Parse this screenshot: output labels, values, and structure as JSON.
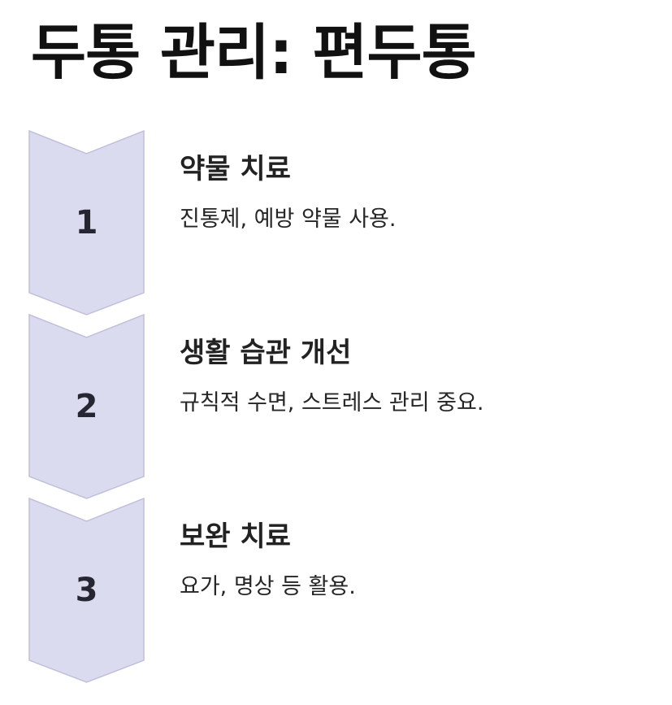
{
  "title": "두통 관리: 편두통",
  "colors": {
    "chevron_fill": "#dbdbf0",
    "chevron_border": "#c0c0dc",
    "text": "#222222"
  },
  "steps": [
    {
      "number": "1",
      "title": "약물 치료",
      "description": "진통제, 예방 약물 사용."
    },
    {
      "number": "2",
      "title": "생활 습관 개선",
      "description": "규칙적 수면, 스트레스 관리 중요."
    },
    {
      "number": "3",
      "title": "보완 치료",
      "description": "요가, 명상 등 활용."
    }
  ]
}
